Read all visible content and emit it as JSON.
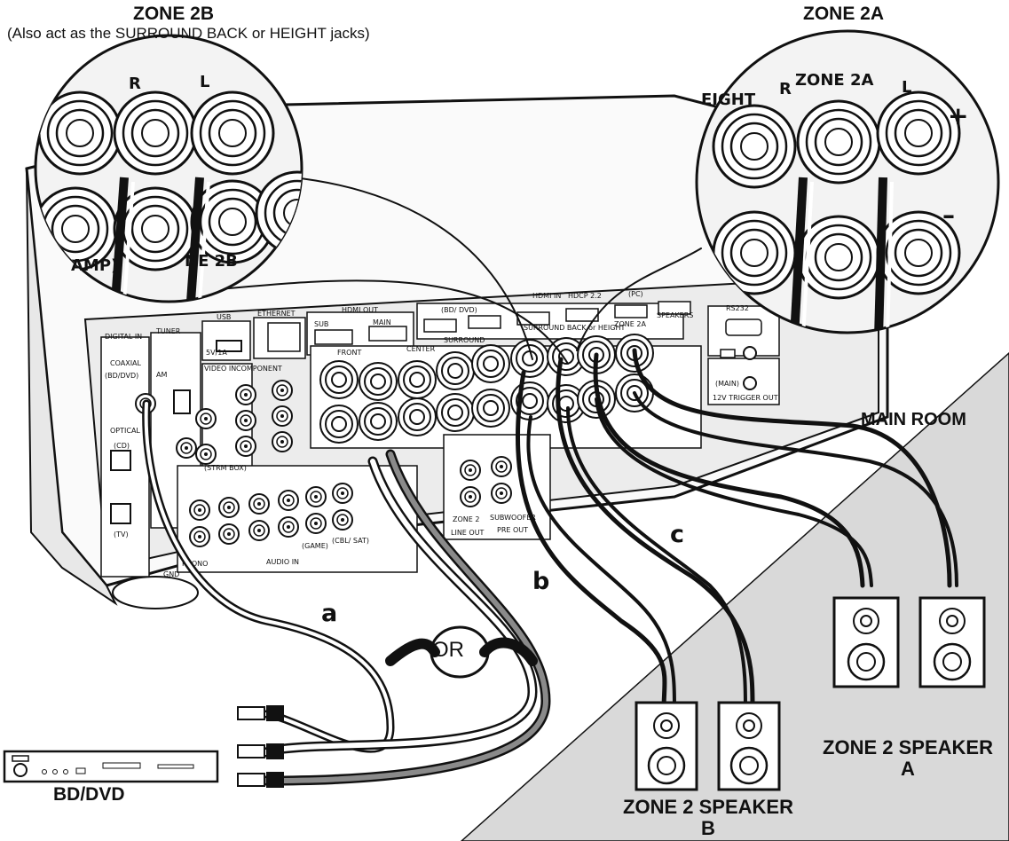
{
  "labels": {
    "zone2b_title": "ZONE 2B",
    "zone2b_subtitle": "(Also act as the SURROUND BACK or HEIGHT jacks)",
    "zone2a_title": "ZONE 2A",
    "main_room": "MAIN ROOM",
    "cable_a": "a",
    "cable_b": "b",
    "cable_c": "c",
    "or": "OR",
    "bd_dvd": "BD/DVD",
    "speaker_a_line1": "ZONE 2 SPEAKER",
    "speaker_a_line2": "A",
    "speaker_b_line1": "ZONE 2 SPEAKER",
    "speaker_b_line2": "B"
  },
  "zoom_left": {
    "r": "R",
    "l": "L",
    "zone2b": "NE 2B",
    "amp": "AMP)"
  },
  "zoom_right": {
    "eight": "EIGHT",
    "r": "R",
    "zone2a": "ZONE 2A",
    "l": "L",
    "plus": "+",
    "minus": "–"
  },
  "panel": {
    "digital_in": "DIGITAL IN",
    "tuner": "TUNER",
    "usb": "USB",
    "ethernet": "ETHERNET",
    "hdmi_out": "HDMI OUT",
    "hdmi_in": "HDMI IN",
    "coaxial": "COAXIAL",
    "bd_dvd": "(BD/DVD)",
    "optical": "OPTICAL",
    "cd": "(CD)",
    "tv": "(TV)",
    "am": "AM",
    "usb_power": "5V/1A",
    "sub": "SUB",
    "main": "MAIN",
    "video_in": "VIDEO IN",
    "component": "COMPONENT",
    "front": "FRONT",
    "center": "CENTER",
    "surround": "SURROUND",
    "surround_back": "SURROUND BACK or HEIGHT",
    "zone2a_small": "ZONE 2A",
    "speakers": "SPEAKERS",
    "rs232": "RS232",
    "trigger": "12V TRIGGER OUT",
    "audio_in": "AUDIO IN",
    "line_out": "LINE OUT",
    "pre_out": "PRE OUT",
    "zone2": "ZONE 2",
    "subwoofer": "SUBWOOFER",
    "phono": "PHONO",
    "gnd": "GND",
    "strm_box": "(STRM BOX)",
    "game": "(GAME)",
    "cbl_sat": "(CBL/ SAT)",
    "pc": "(PC)",
    "bd_dvd_hdmi": "(BD/ DVD)",
    "main_small": "(MAIN)",
    "hdcp": "HDCP 2.2"
  },
  "colors": {
    "ink": "#111111",
    "floor": "#d9d9d9",
    "panel": "#ececec",
    "dark_cable": "#222222",
    "grey_cable": "#8a8a8a"
  }
}
